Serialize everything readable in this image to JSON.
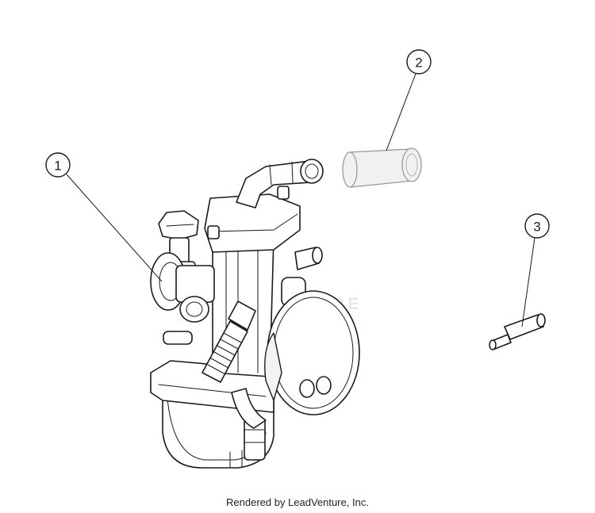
{
  "footer": {
    "text": "Rendered by LeadVenture, Inc."
  },
  "callouts": [
    {
      "label": "1"
    },
    {
      "label": "2"
    },
    {
      "label": "3"
    }
  ],
  "colors": {
    "line": "#1a1a1a",
    "background": "#ffffff",
    "watermark": "#e8e8e8"
  }
}
